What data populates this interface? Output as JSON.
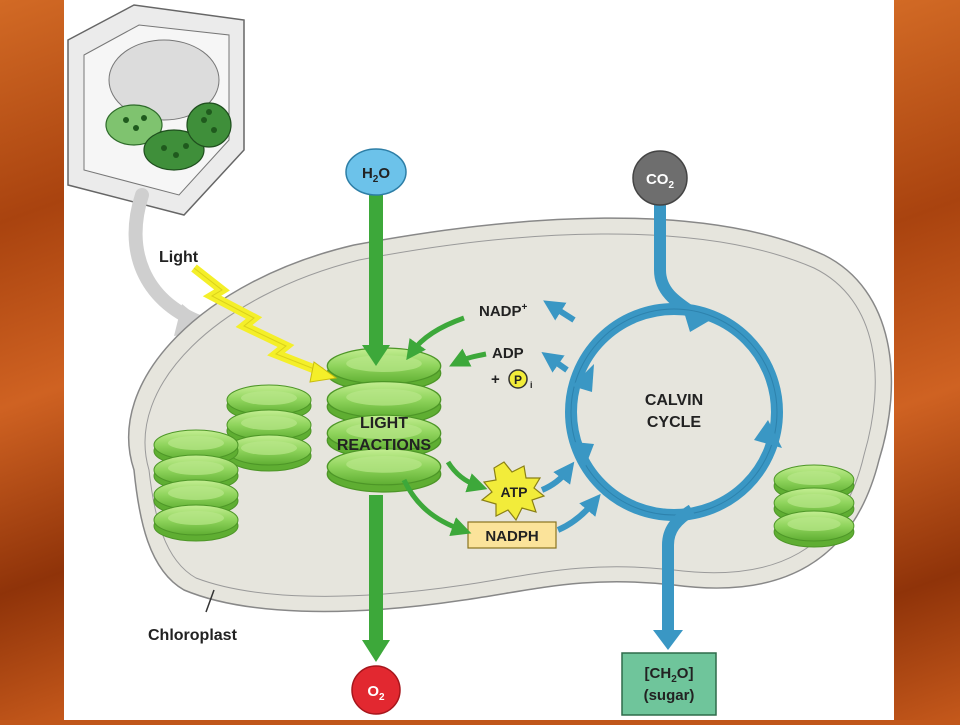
{
  "labels": {
    "light": "Light",
    "chloroplast": "Chloroplast",
    "light_reactions_1": "LIGHT",
    "light_reactions_2": "REACTIONS",
    "calvin_1": "CALVIN",
    "calvin_2": "CYCLE",
    "nadp_plus": "NADP",
    "nadp_plus_sup": "+",
    "adp": "ADP",
    "pi_plus": "+",
    "pi_letter": "P",
    "pi_sub": "i",
    "atp": "ATP",
    "nadph": "NADPH",
    "h2o_h": "H",
    "h2o_sub": "2",
    "h2o_o": "O",
    "co2_c": "CO",
    "co2_sub": "2",
    "o2_o": "O",
    "o2_sub": "2",
    "sugar_1a": "[CH",
    "sugar_1sub": "2",
    "sugar_1b": "O]",
    "sugar_2": "(sugar)"
  },
  "colors": {
    "green_arrow": "#3da83a",
    "blue_arrow": "#3a97c4",
    "chloroplast_fill": "#e6e5dd",
    "thylakoid": "#8fd45c",
    "h2o_fill": "#6cc2ea",
    "co2_fill": "#6e6e6e",
    "o2_fill": "#e22830",
    "atp_fill": "#f2ec3a",
    "nadph_fill": "#fbe39a",
    "sugar_fill": "#6fc59b",
    "light_bolt": "#f4ef29"
  }
}
